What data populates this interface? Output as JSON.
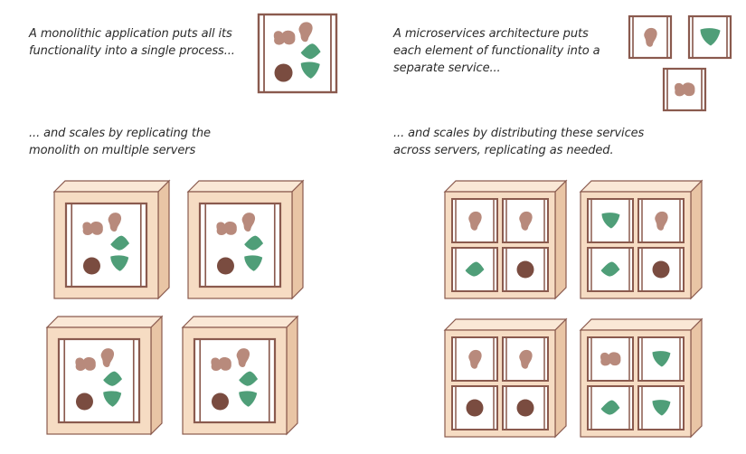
{
  "captions": {
    "monolith_intro": [
      "A monolithic application puts all its",
      "functionality into a single process..."
    ],
    "monolith_scale": [
      "... and scales by replicating the",
      "monolith on multiple servers"
    ],
    "micro_intro": [
      "A microservices architecture puts",
      "each element of functionality into a",
      "separate service..."
    ],
    "micro_scale": [
      "... and scales by distributing these services",
      "across servers, replicating as needed."
    ]
  },
  "colors": {
    "frame": "#8a5a4e",
    "server_front": "#f6dcc3",
    "server_top": "#fae8d6",
    "server_side": "#e9c5a5",
    "blob_pink": "#b88a7c",
    "blob_green": "#4f9e78",
    "blob_brown": "#7a4c40"
  }
}
